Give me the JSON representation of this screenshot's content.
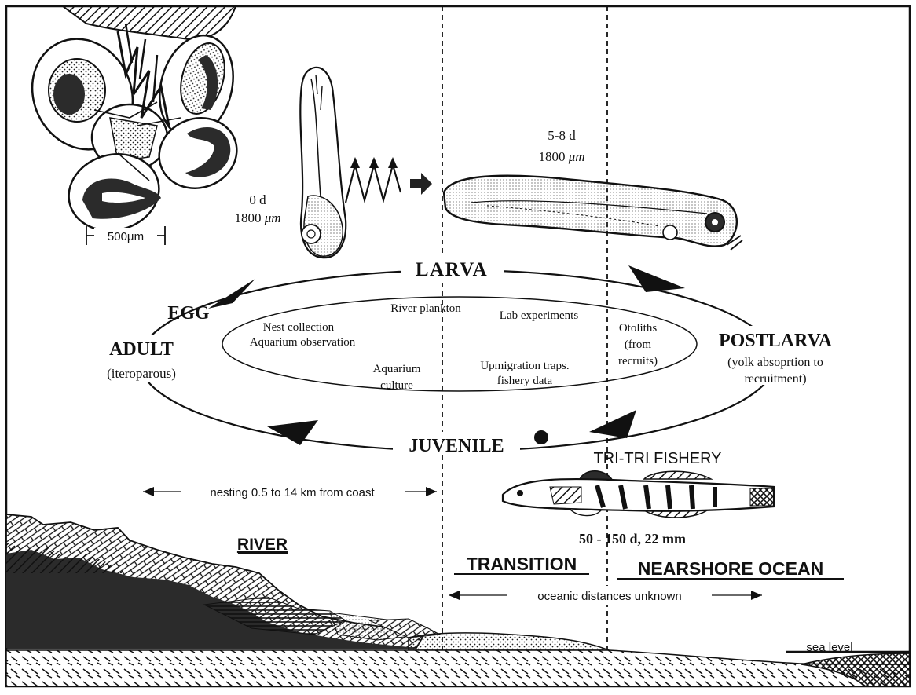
{
  "colors": {
    "ink": "#111111",
    "paper": "#ffffff",
    "rock_dark": "#2b2b2b",
    "sand": "#e9e9e9"
  },
  "scale": {
    "bar_label": "500μm"
  },
  "stage_hatch": {
    "day": "0 d",
    "size_prefix": "1800 ",
    "size_unit": "μm"
  },
  "stage_larva": {
    "day": "5-8 d",
    "size_prefix": "1800 ",
    "size_unit": "μm"
  },
  "cycle": {
    "larva": "LARVA",
    "egg": "EGG",
    "adult": "ADULT",
    "adult_note": "(iteroparous)",
    "postlarva": "POSTLARVA",
    "postlarva_note_1": "(yolk absoprtion to",
    "postlarva_note_2": "recruitment)",
    "juvenile": "JUVENILE"
  },
  "methods": {
    "nest_1": "Nest collection",
    "nest_2": "Aquarium observation",
    "river_plankton": "River plankton",
    "lab": "Lab experiments",
    "otoliths_1": "Otoliths",
    "otoliths_2": "(from",
    "otoliths_3": "recruits)",
    "aquarium_1": "Aquarium",
    "aquarium_2": "culture",
    "upmigration_1": "Upmigration traps.",
    "upmigration_2": "fishery data"
  },
  "fishery": {
    "title": "TRI-TRI FISHERY",
    "size": "50 - 150 d,  22 mm"
  },
  "distances": {
    "nesting": "nesting 0.5 to 14 km from coast",
    "oceanic": "oceanic distances unknown"
  },
  "zones": {
    "river": "RIVER",
    "transition": "TRANSITION",
    "nearshore": "NEARSHORE OCEAN"
  },
  "landscape": {
    "sea_level": "sea level"
  }
}
